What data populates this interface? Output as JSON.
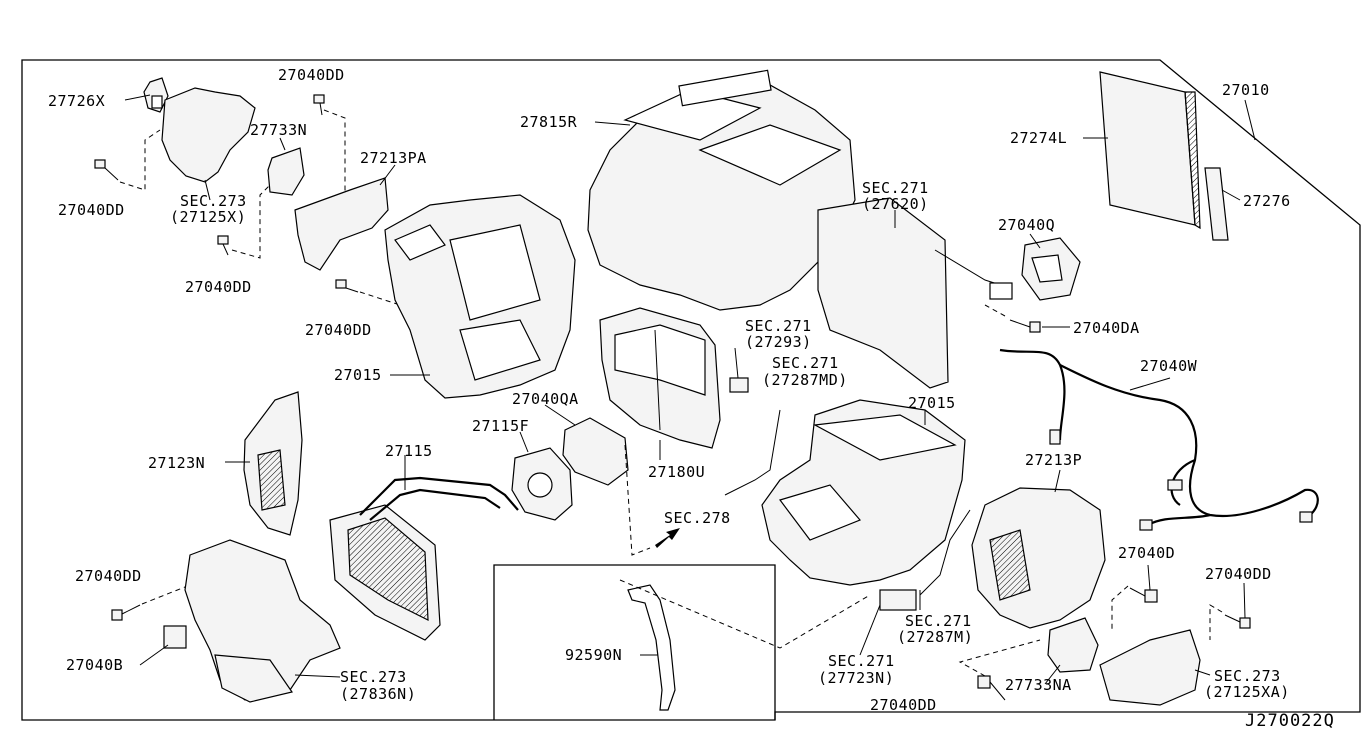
{
  "diagram_id": "J270022Q",
  "labels": {
    "p27726X": "27726X",
    "p27040DD_1": "27040DD",
    "p27733N": "27733N",
    "p27213PA": "27213PA",
    "p27040DD_2": "27040DD",
    "sec273_a": "SEC.273",
    "sec273_a_sub": "(27125X)",
    "p27040DD_3": "27040DD",
    "p27040DD_4": "27040DD",
    "p27015_left": "27015",
    "p27815R": "27815R",
    "sec271_27620": "SEC.271",
    "sec271_27620_sub": "(27620)",
    "p27274L": "27274L",
    "p27010": "27010",
    "p27276": "27276",
    "p27040Q": "27040Q",
    "p27040DA": "27040DA",
    "sec271_27293": "SEC.271",
    "sec271_27293_sub": "(27293)",
    "sec271_27287MD": "SEC.271",
    "sec271_27287MD_sub": "(27287MD)",
    "p27040W": "27040W",
    "p27015_right": "27015",
    "p27040QA": "27040QA",
    "p27115F": "27115F",
    "p27180U": "27180U",
    "p27123N": "27123N",
    "p27115": "27115",
    "sec278": "SEC.278",
    "p27213P": "27213P",
    "p27040DD_5": "27040DD",
    "p27040D": "27040D",
    "p27040DD_6": "27040DD",
    "p27040B": "27040B",
    "sec273_b": "SEC.273",
    "sec273_b_sub": "(27836N)",
    "p92590N": "92590N",
    "sec271_27723N": "SEC.271",
    "sec271_27723N_sub": "(27723N)",
    "sec271_27287M": "SEC.271",
    "sec271_27287M_sub": "(27287M)",
    "p27733NA": "27733NA",
    "p27040DD_7": "27040DD",
    "sec273_c": "SEC.273",
    "sec273_c_sub": "(27125XA)"
  }
}
